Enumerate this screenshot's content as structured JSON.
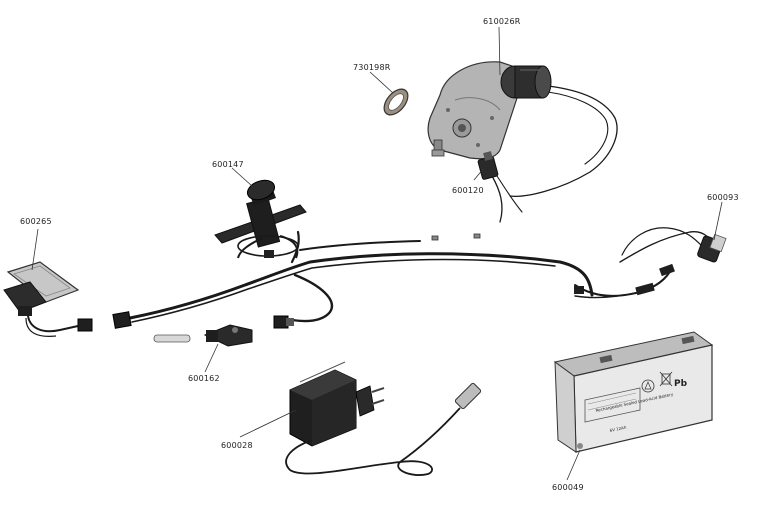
{
  "parts": {
    "p610026R": "610026R",
    "p730198R": "730198R",
    "p600147": "600147",
    "p600120": "600120",
    "p600265": "600265",
    "p600093": "600093",
    "p600162": "600162",
    "p600028": "600028",
    "p600049": "600049"
  },
  "battery_label": {
    "brand_line": "Rechargeable Sealed Lead-Acid Battery",
    "spec_line": "6V 12Ah",
    "pb_text": "Pb"
  },
  "colors": {
    "wire": "#1a1a1a",
    "line": "#333333",
    "battery_body": "#e9e9e9",
    "battery_shade": "#bdbdbd",
    "motor_body": "#b8b8b8",
    "dark_part": "#2a2a2a"
  },
  "icons": {
    "recycle": "recycle-icon",
    "crossed_bin": "crossed-bin-icon"
  }
}
